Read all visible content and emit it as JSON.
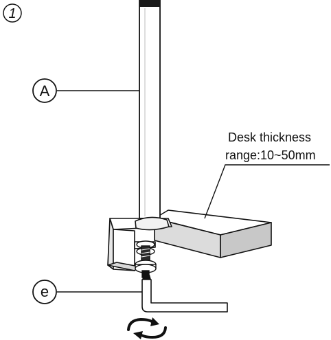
{
  "step": {
    "number": "1"
  },
  "callouts": {
    "pole": "A",
    "hex_key": "e"
  },
  "desk_note": {
    "line1": "Desk thickness",
    "line2": "range:10~50mm"
  }
}
